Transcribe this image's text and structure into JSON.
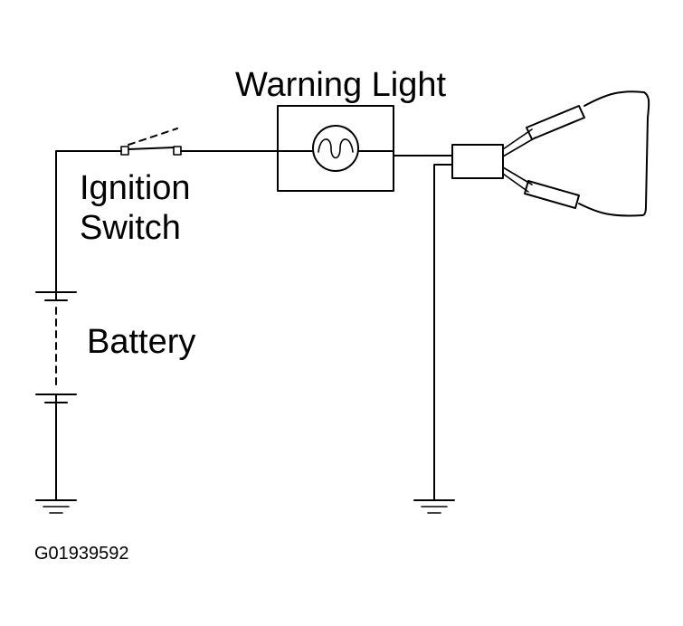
{
  "diagram": {
    "labels": {
      "warning_light": "Warning Light",
      "ignition_line1": "Ignition",
      "ignition_line2": "Switch",
      "battery": "Battery",
      "figure_id": "G01939592"
    },
    "colors": {
      "line": "#000000",
      "background": "#ffffff"
    }
  }
}
